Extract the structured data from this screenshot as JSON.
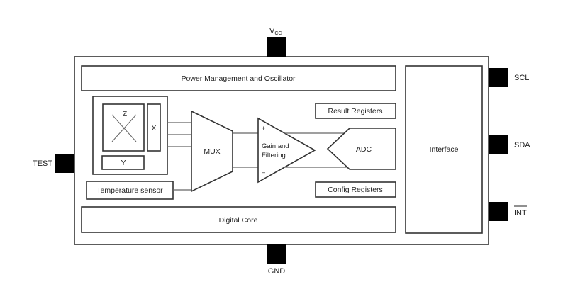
{
  "diagram": {
    "blocks": {
      "power_management": "Power Management and Oscillator",
      "interface": "Interface",
      "digital_core": "Digital Core",
      "temperature_sensor": "Temperature sensor",
      "mux": "MUX",
      "gain_filtering_line1": "Gain and",
      "gain_filtering_line2": "Filtering",
      "adc": "ADC",
      "result_registers": "Result Registers",
      "config_registers": "Config Registers",
      "sensor_z": "Z",
      "sensor_x": "X",
      "sensor_y": "Y",
      "amp_plus": "+",
      "amp_minus": "–"
    },
    "pins": {
      "vcc_main": "V",
      "vcc_sub": "CC",
      "gnd": "GND",
      "test": "TEST",
      "scl": "SCL",
      "sda": "SDA",
      "int": "INT"
    },
    "colors": {
      "pin_fill": "#000000",
      "outline": "#333333",
      "wire": "#666666"
    }
  }
}
